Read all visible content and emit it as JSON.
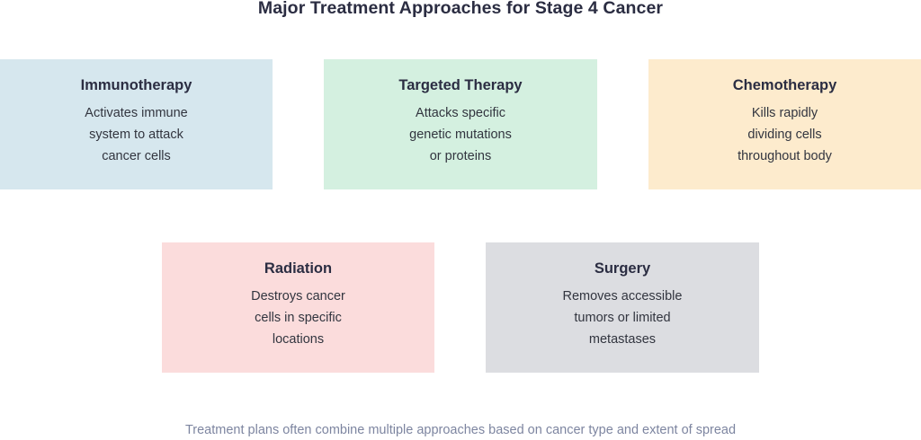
{
  "title": "Major Treatment Approaches for Stage 4 Cancer",
  "footer": "Treatment plans often combine multiple approaches based on cancer type and extent of spread",
  "colors": {
    "title_text": "#2b2d42",
    "body_text": "#32353f",
    "footer_text": "#7d85a0",
    "background": "#ffffff",
    "immunotherapy_bg": "#d6e7ee",
    "targeted_bg": "#d4f0e0",
    "chemotherapy_bg": "#fdebcd",
    "radiation_bg": "#fbdcdc",
    "surgery_bg": "#dcdde1"
  },
  "rows": {
    "top": [
      {
        "key": "immunotherapy",
        "title": "Immunotherapy",
        "description": "Activates immune\nsystem to attack\ncancer cells",
        "color": "#d6e7ee"
      },
      {
        "key": "targeted_therapy",
        "title": "Targeted Therapy",
        "description": "Attacks specific\ngenetic mutations\nor proteins",
        "color": "#d4f0e0"
      },
      {
        "key": "chemotherapy",
        "title": "Chemotherapy",
        "description": "Kills rapidly\ndividing cells\nthroughout body",
        "color": "#fdebcd"
      }
    ],
    "bottom": [
      {
        "key": "radiation",
        "title": "Radiation",
        "description": "Destroys cancer\ncells in specific\nlocations",
        "color": "#fbdcdc"
      },
      {
        "key": "surgery",
        "title": "Surgery",
        "description": "Removes accessible\ntumors or limited\nmetastases",
        "color": "#dcdde1"
      }
    ]
  }
}
